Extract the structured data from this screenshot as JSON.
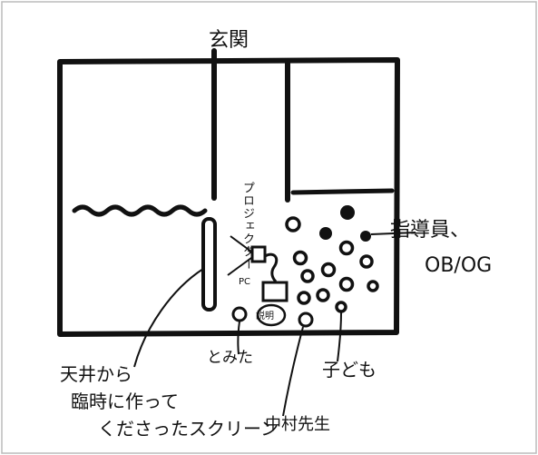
{
  "labels": {
    "entrance": "玄関",
    "projector": "プロジェクター",
    "pc": "PC",
    "instructors": "指導員、",
    "ob_og": "OB/OG",
    "screen_line1": "天井から",
    "screen_line2": "臨時に作って",
    "screen_line3": "くださったスクリーン",
    "tomita": "とみた",
    "explain_badge": "説明",
    "kids": "子ども",
    "nakamura": "中村先生"
  },
  "colors": {
    "ink": "#111111",
    "paper": "#ffffff",
    "border": "#bbbbbb"
  }
}
